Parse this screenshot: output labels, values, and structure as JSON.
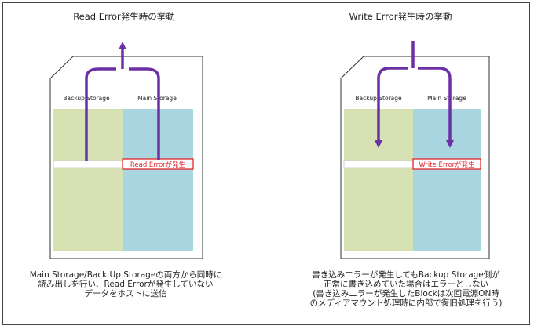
{
  "read_panel": {
    "title": "Read Error発生時の挙動",
    "backup_label": "Backup Storage",
    "main_label": "Main Storage",
    "error_label": "Read Errorが発生",
    "caption": [
      "Main Storage/Back Up Storageの両方から同時に",
      "読み出しを行い、Read Errorが発生していない",
      "データをホストに送信"
    ]
  },
  "write_panel": {
    "title": "Write Error発生時の挙動",
    "backup_label": "Backup Storage",
    "main_label": "Main Storage",
    "error_label": "Write Errorが発生",
    "caption": [
      "書き込みエラーが発生してもBackup Storage側が",
      "正常に書き込めていた場合はエラーとしない",
      "(書き込みエラーが発生したBlockは次回電源ON時",
      "のメディアマウント処理時に内部で復旧処理を行う)"
    ]
  },
  "colors": {
    "backup": "#d6e2b4",
    "main": "#a9d5e0",
    "arrow": "#6b2fa6",
    "error": "#e0262a"
  }
}
